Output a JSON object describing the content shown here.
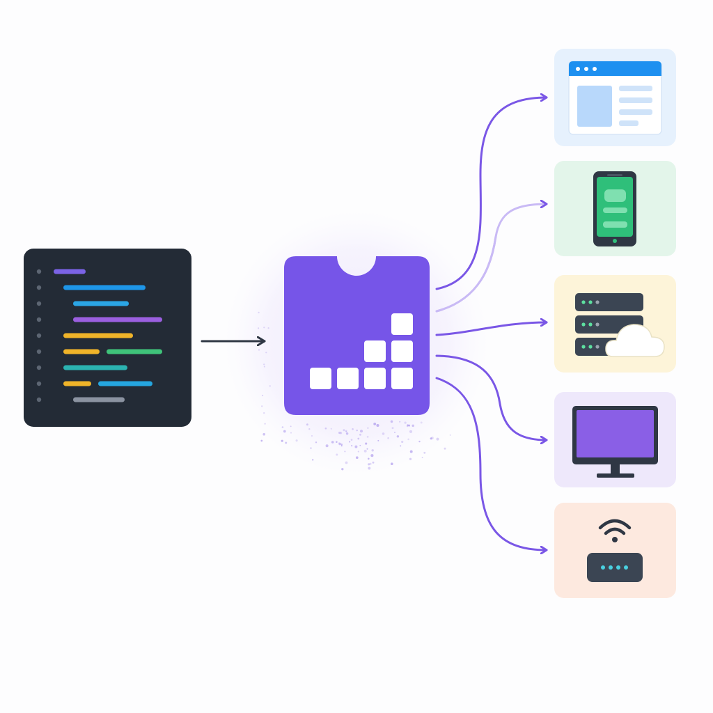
{
  "colors": {
    "background": "#fdfdfe",
    "editor_bg": "#232b36",
    "line_number": "#5d6673",
    "accent_purple": "#7655e8",
    "connector_purple": "#7a57e6",
    "input_arrow": "#2f3744",
    "block": "#ffffff",
    "halo": "#efeafc"
  },
  "source": {
    "icon": "code-editor-icon",
    "lines": [
      {
        "indent": 0,
        "segments": [
          {
            "w": 46,
            "color": "#7b63e6"
          }
        ]
      },
      {
        "indent": 1,
        "segments": [
          {
            "w": 118,
            "color": "#1e96e8"
          }
        ]
      },
      {
        "indent": 2,
        "segments": [
          {
            "w": 80,
            "color": "#2ba6e6"
          }
        ]
      },
      {
        "indent": 2,
        "segments": [
          {
            "w": 128,
            "color": "#9b5fe0"
          }
        ]
      },
      {
        "indent": 1,
        "segments": [
          {
            "w": 100,
            "color": "#f0b429"
          }
        ]
      },
      {
        "indent": 1,
        "segments": [
          {
            "w": 52,
            "color": "#f0b429"
          },
          {
            "w": 80,
            "color": "#3fc37a"
          }
        ]
      },
      {
        "indent": 1,
        "segments": [
          {
            "w": 92,
            "color": "#2bb3b1"
          }
        ]
      },
      {
        "indent": 1,
        "segments": [
          {
            "w": 40,
            "color": "#f0b429"
          },
          {
            "w": 78,
            "color": "#25a6e0"
          }
        ]
      },
      {
        "indent": 2,
        "segments": [
          {
            "w": 74,
            "color": "#8b93a1"
          }
        ]
      }
    ]
  },
  "compiler": {
    "icon": "container-blocks-icon",
    "blocks_per_row": [
      1,
      2,
      4
    ]
  },
  "targets": [
    {
      "icon": "web-browser-icon",
      "tint": "#e6f1fd",
      "accent": "#1e90f0"
    },
    {
      "icon": "smartphone-icon",
      "tint": "#e3f5ea",
      "accent": "#2fbf7a"
    },
    {
      "icon": "server-cloud-icon",
      "tint": "#fdf4d9",
      "accent": "#3b4553"
    },
    {
      "icon": "desktop-monitor-icon",
      "tint": "#eee8fb",
      "accent": "#8a5fe6"
    },
    {
      "icon": "wifi-router-icon",
      "tint": "#fde9df",
      "accent": "#3b4553"
    }
  ]
}
